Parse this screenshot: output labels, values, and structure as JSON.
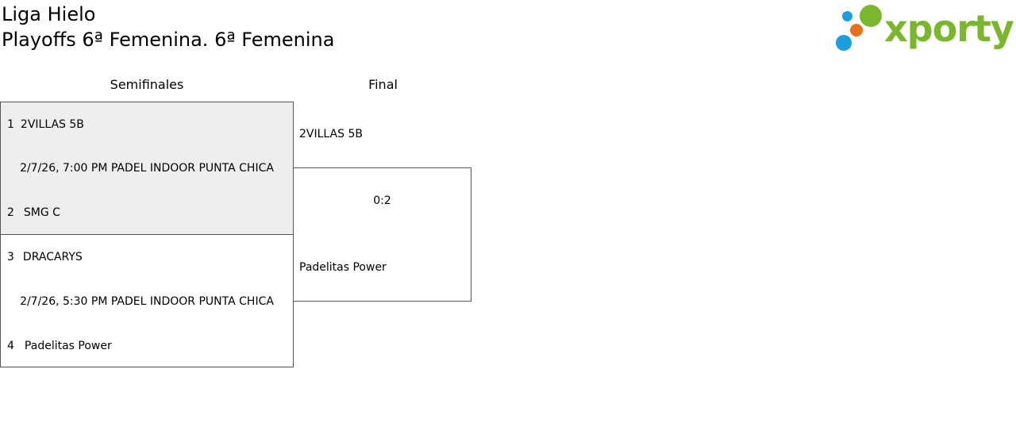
{
  "header": {
    "league": "Liga Hielo",
    "subtitle": "Playoffs 6ª Femenina. 6ª Femenina"
  },
  "logo": {
    "text": "xporty",
    "colors": {
      "green": "#7ab72d",
      "blue": "#1a9fe0",
      "orange": "#e8701a"
    }
  },
  "rounds": {
    "semifinal_label": "Semifinales",
    "final_label": "Final"
  },
  "semifinals": [
    {
      "team1": {
        "seed": "1",
        "name": "2VILLAS 5B"
      },
      "info": "2/7/26, 7:00 PM PADEL INDOOR PUNTA CHICA",
      "team2": {
        "seed": "2",
        "name": "SMG C"
      }
    },
    {
      "team1": {
        "seed": "3",
        "name": "DRACARYS"
      },
      "info": "2/7/26, 5:30 PM PADEL INDOOR PUNTA CHICA",
      "team2": {
        "seed": "4",
        "name": "Padelitas Power"
      }
    }
  ],
  "final": {
    "team1": "2VILLAS 5B",
    "score": "0:2",
    "team2": "Padelitas Power"
  }
}
